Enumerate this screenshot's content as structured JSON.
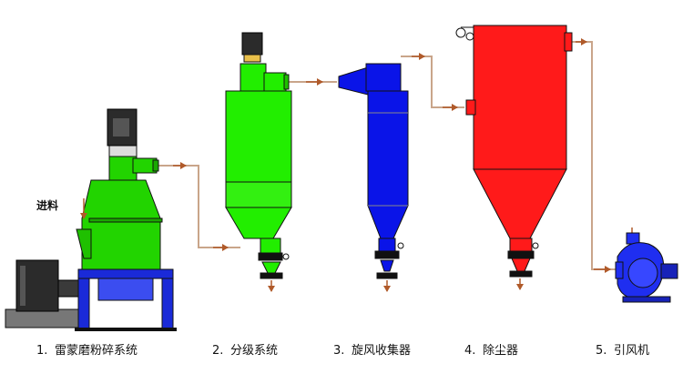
{
  "feed_label": "进料",
  "captions": [
    {
      "num": "1.",
      "text": "雷蒙磨粉碎系统"
    },
    {
      "num": "2.",
      "text": "分级系统"
    },
    {
      "num": "3.",
      "text": "旋风收集器"
    },
    {
      "num": "4.",
      "text": "除尘器"
    },
    {
      "num": "5.",
      "text": "引风机"
    }
  ],
  "colors": {
    "mill": "#22d400",
    "classifier": "#22ee00",
    "cyclone": "#0a14e8",
    "dust_collector": "#ff1a1a",
    "fan": "#1f2ef0",
    "stand": "#1a2ad8",
    "motor": "#2b2b2b",
    "pipe": "#c9a58a",
    "arrow": "#b05a2a",
    "outline": "#111111"
  },
  "icons": {
    "flow": "flow-arrow-icon",
    "motor": "motor-icon",
    "valve": "rotary-valve-icon"
  }
}
